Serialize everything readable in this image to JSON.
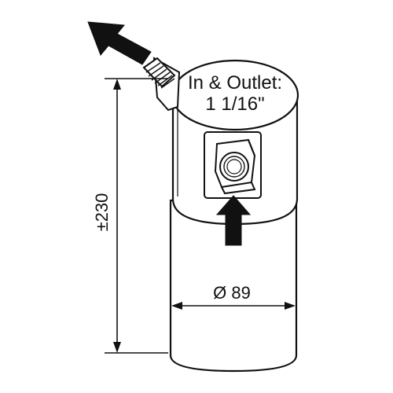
{
  "outlet_label": {
    "line1": "In & Outlet:",
    "line2": "1 1/16\""
  },
  "dimensions": {
    "height": "±230",
    "diameter": "Ø 89"
  },
  "colors": {
    "stroke": "#111111",
    "fill": "#ffffff",
    "arrow": "#111111"
  },
  "icons": {
    "outlet_arrow": "arrow-up-left",
    "inlet_arrow": "arrow-up"
  }
}
